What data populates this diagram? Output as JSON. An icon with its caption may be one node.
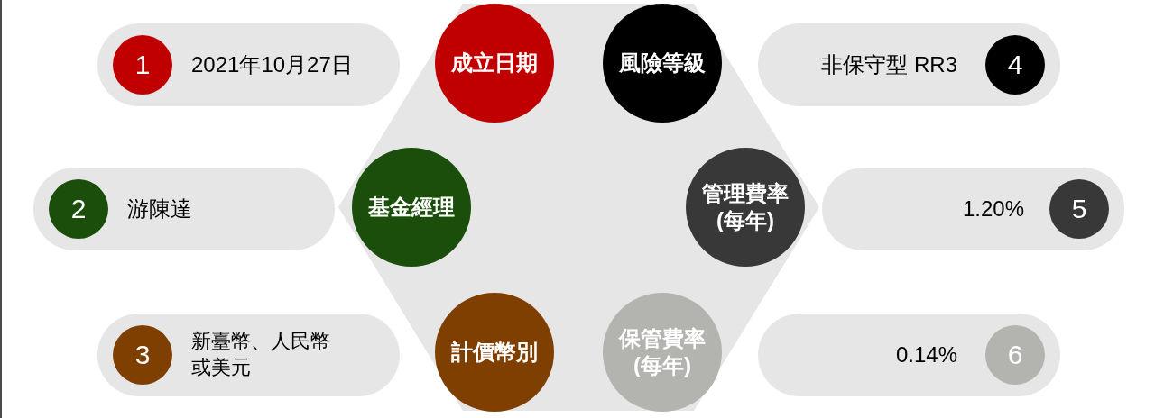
{
  "diagram": {
    "nodes": [
      {
        "text": [
          "2021年10月27日"
        ]
      },
      {
        "text": [
          "1"
        ],
        "in": 0
      },
      {
        "text": [
          "成立日期"
        ]
      },
      {
        "text": [
          "風險等級"
        ]
      },
      {
        "text": [
          "非保守型 RR3"
        ]
      },
      {
        "text": [
          "4"
        ],
        "in": 4
      },
      {
        "text": [
          "游陳達"
        ]
      },
      {
        "text": [
          "2"
        ],
        "in": 6
      },
      {
        "text": [
          "基金經理"
        ]
      },
      {
        "text": [
          "管理費率(每年)"
        ]
      },
      {
        "text": [
          "1.20%"
        ]
      },
      {
        "text": [
          "5"
        ],
        "in": 10
      },
      {
        "text": [
          "新臺幣、人民幣或美元"
        ]
      },
      {
        "text": [
          "3"
        ],
        "in": 12
      },
      {
        "text": [
          "計價幣別"
        ]
      },
      {
        "text": [
          "保管費率(每年)"
        ]
      },
      {
        "text": [
          "0.14%"
        ]
      },
      {
        "text": [
          "6"
        ],
        "in": 16
      }
    ]
  }
}
